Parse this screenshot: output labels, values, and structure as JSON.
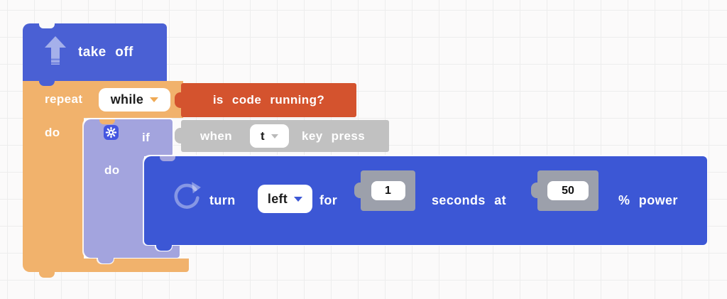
{
  "app": "block-coding-workspace",
  "workspace": {
    "take_off": {
      "label": "take off"
    },
    "repeat": {
      "label": "repeat",
      "condition_dropdown": "while",
      "do_label": "do"
    },
    "condition": {
      "label": "is code running?"
    },
    "if_block": {
      "label": "if",
      "do_label": "do"
    },
    "key_event": {
      "when_label": "when",
      "key_dropdown": "t",
      "suffix_label": "key press"
    },
    "turn": {
      "label": "turn",
      "direction_dropdown": "left",
      "for_label": "for",
      "duration_value": "1",
      "at_label": "seconds at",
      "power_value": "50",
      "power_suffix": "% power"
    }
  },
  "icons": {
    "take_off": "up-arrow-icon",
    "if_mutator": "gear-icon",
    "turn": "rotate-cw-icon",
    "dropdowns": "chevron-down-icon"
  },
  "colors": {
    "canvas_bg": "#fbfafa",
    "grid_line": "#ededed",
    "blue_block": "#4a60d4",
    "turn_blue_block": "#3c57d5",
    "orange_block": "#f1b26c",
    "red_block": "#d4532e",
    "lavender_block": "#a3a4de",
    "gray_block": "#c1c1c1",
    "value_slot_gray": "#9ca0ab",
    "gear_badge_blue": "#4355e0",
    "while_chevron": "#efa954",
    "key_chevron": "#b9b9b9",
    "direction_chevron": "#3c57d5"
  }
}
